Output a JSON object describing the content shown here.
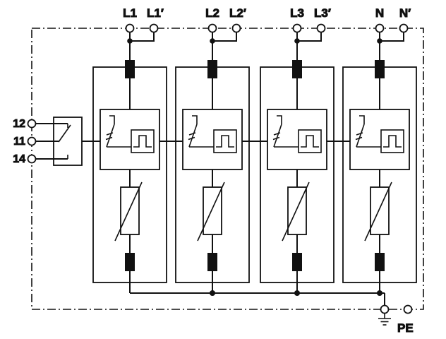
{
  "colors": {
    "line": "#111111",
    "background": "#ffffff"
  },
  "terminals": {
    "l1": "L1",
    "l1p": "L1′",
    "l2": "L2",
    "l2p": "L2′",
    "l3": "L3",
    "l3p": "L3′",
    "n": "N",
    "np": "N′"
  },
  "signal": {
    "t12": "12",
    "t11": "11",
    "t14": "14"
  },
  "pe_label": "PE"
}
